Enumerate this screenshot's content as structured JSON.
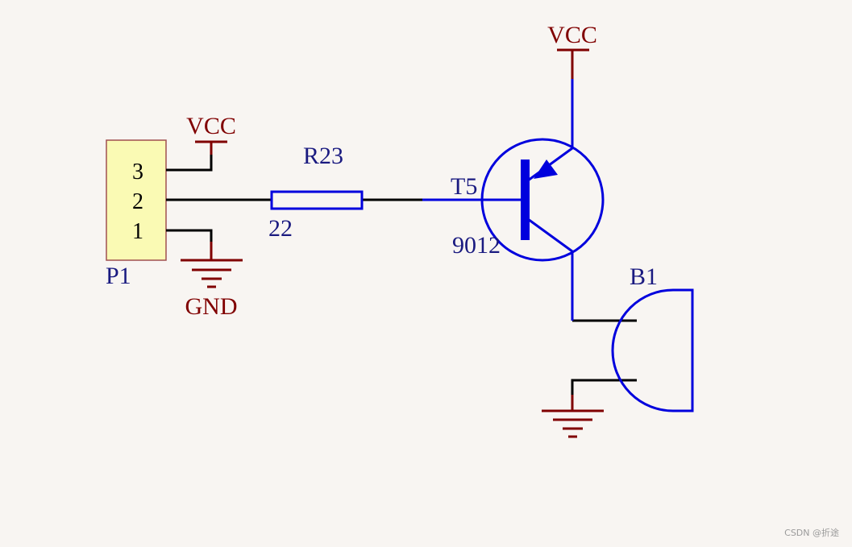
{
  "schematic": {
    "power_net": "VCC",
    "ground_net": "GND",
    "connector": {
      "designator": "P1",
      "pins": [
        "3",
        "2",
        "1"
      ]
    },
    "resistor": {
      "designator": "R23",
      "value": "22"
    },
    "transistor": {
      "designator": "T5",
      "part": "9012"
    },
    "buzzer": {
      "designator": "B1"
    }
  },
  "colors": {
    "background": "#f8f5f2",
    "wire": "#000000",
    "component": "#0000dd",
    "net_label": "#800000",
    "designator": "#1a1a80",
    "connector_fill": "#fafab4",
    "connector_border": "#a05050"
  },
  "watermark": "CSDN @折途"
}
